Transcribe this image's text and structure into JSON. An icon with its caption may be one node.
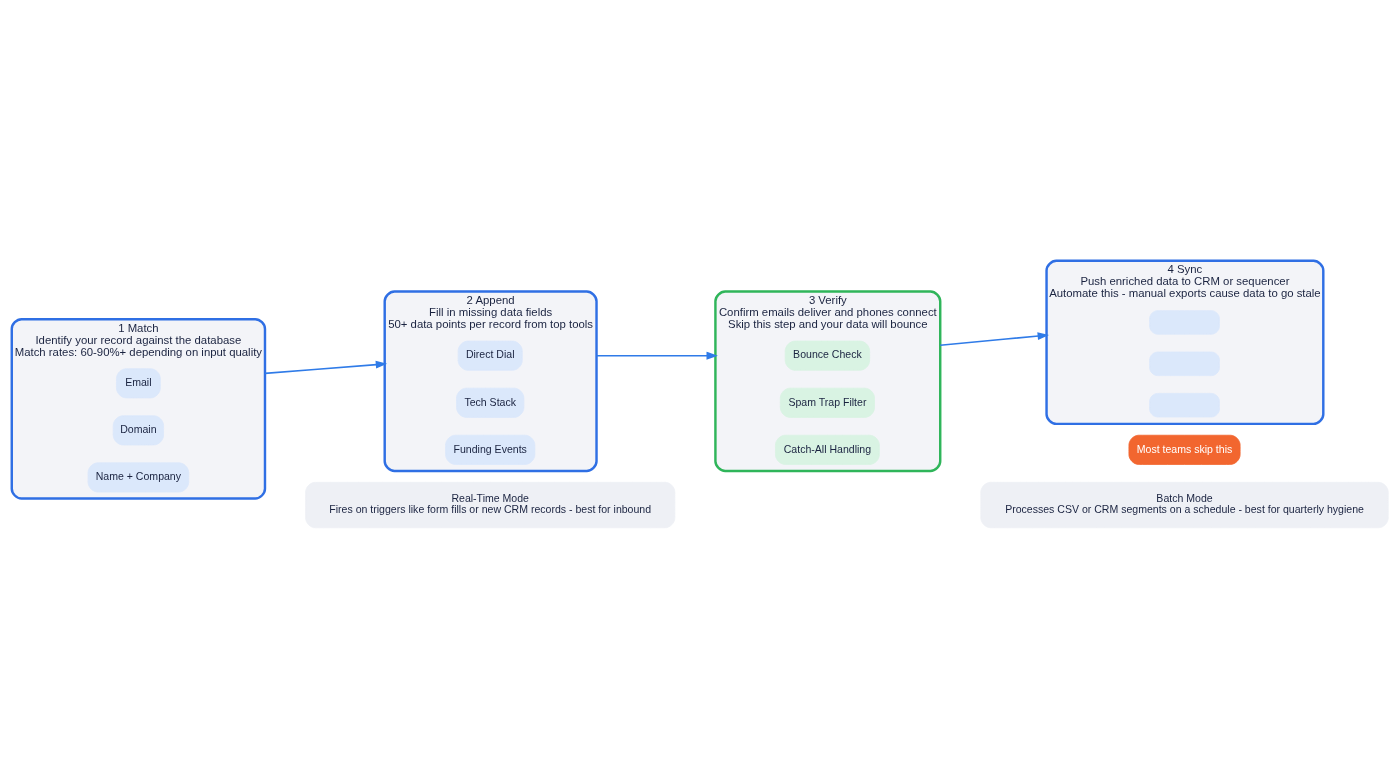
{
  "diagram": {
    "nodes": [
      {
        "text": [
          "1 Match",
          "Identify your record against the database",
          "Match rates: 60-90%+ depending on input quality"
        ]
      },
      {
        "text": [
          "Email"
        ],
        "in": 0
      },
      {
        "text": [
          "Domain"
        ],
        "in": 0
      },
      {
        "text": [
          "Name + Company"
        ],
        "in": 0
      },
      {
        "text": [
          "2 Append",
          "Fill in missing data fields",
          "50+ data points per record from top tools"
        ]
      },
      {
        "text": [
          "Direct Dial"
        ],
        "in": 4
      },
      {
        "text": [
          "Tech Stack"
        ],
        "in": 4
      },
      {
        "text": [
          "Funding Events"
        ],
        "in": 4
      },
      {
        "text": [
          "3 Verify",
          "Confirm emails deliver and phones connect",
          "Skip this step and your data will bounce"
        ]
      },
      {
        "text": [
          "Bounce Check"
        ],
        "in": 8
      },
      {
        "text": [
          "Spam Trap Filter"
        ],
        "in": 8
      },
      {
        "text": [
          "Catch-All Handling"
        ],
        "in": 8
      },
      {
        "text": [
          "Most teams skip this"
        ]
      },
      {
        "text": [
          "4 Sync",
          "Push enriched data to CRM or sequencer",
          "Automate this - manual exports cause data to go stale"
        ]
      },
      {
        "text": [],
        "shape": "box",
        "in": 13
      },
      {
        "text": [],
        "shape": "box",
        "in": 13
      },
      {
        "text": [],
        "shape": "box",
        "in": 13
      },
      {
        "text": [
          "Real-Time Mode",
          "Fires on triggers like form fills or new CRM records - best for inbound"
        ]
      },
      {
        "text": [
          "Batch Mode",
          "Processes CSV or CRM segments on a schedule - best for quarterly hygiene"
        ]
      }
    ],
    "edges": [
      {
        "from": 0,
        "to": 4,
        "arrow": "to"
      },
      {
        "from": 4,
        "to": 8,
        "arrow": "to"
      },
      {
        "from": 8,
        "to": 13,
        "arrow": "to"
      }
    ]
  }
}
